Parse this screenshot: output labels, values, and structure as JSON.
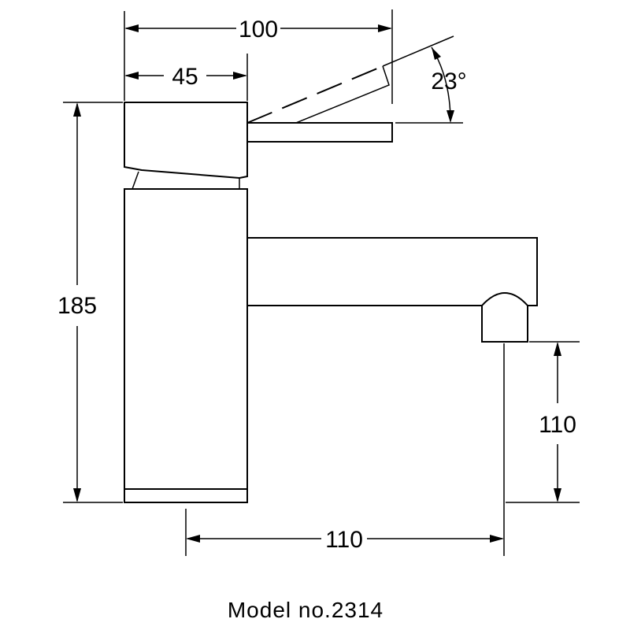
{
  "drawing": {
    "dimensions": {
      "overall_width": "100",
      "handle_width": "45",
      "lever_angle": "23°",
      "overall_height": "185",
      "spout_height": "110",
      "spout_reach": "110"
    },
    "caption": "Model no.2314"
  }
}
